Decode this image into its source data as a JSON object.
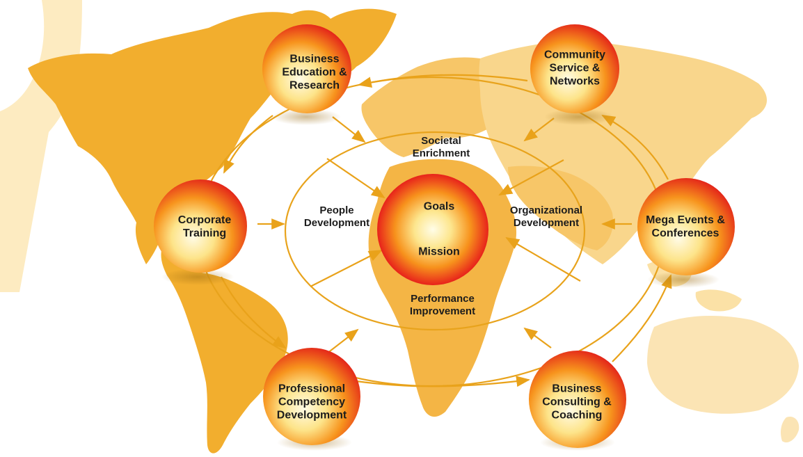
{
  "colors": {
    "land": "#f2ae2e",
    "land_light": "#f9d68c",
    "land_far": "#fbe4b4",
    "accent_strip": "#fdebc1",
    "ring_stroke": "#e8a31c",
    "arrow": "#e9a21a",
    "sphere_outer": "#e8251b",
    "sphere_mid": "#f7941d",
    "sphere_inner": "#fff8d6",
    "text": "#1c1c1c"
  },
  "diagram": {
    "core": {
      "top_label": "Goals",
      "bottom_label": "Mission"
    },
    "inner_labels": {
      "top": "Societal\nEnrichment",
      "left": "People\nDevelopment",
      "right": "Organizational\nDevelopment",
      "bottom": "Performance\nImprovement"
    },
    "nodes": [
      {
        "id": "business-education-research",
        "label": "Business\nEducation &\nResearch"
      },
      {
        "id": "community-service-networks",
        "label": "Community\nService &\nNetworks"
      },
      {
        "id": "corporate-training",
        "label": "Corporate\nTraining"
      },
      {
        "id": "mega-events-conferences",
        "label": "Mega Events &\nConferences"
      },
      {
        "id": "professional-competency-development",
        "label": "Professional\nCompetency\nDevelopment"
      },
      {
        "id": "business-consulting-coaching",
        "label": "Business\nConsulting &\nCoaching"
      }
    ]
  }
}
